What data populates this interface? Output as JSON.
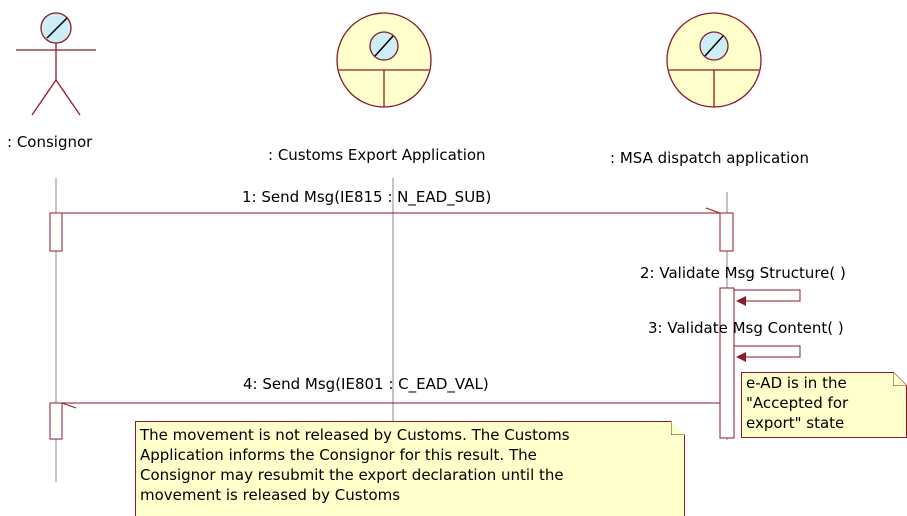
{
  "participants": [
    {
      "id": "consignor",
      "label": ": Consignor",
      "kind": "actor"
    },
    {
      "id": "customs",
      "label": ": Customs Export Application",
      "kind": "boundary-control"
    },
    {
      "id": "msa",
      "label": ": MSA dispatch application",
      "kind": "boundary-control"
    }
  ],
  "messages": [
    {
      "label": "1: Send Msg(IE815 : N_EAD_SUB)",
      "from": "consignor",
      "to": "msa"
    },
    {
      "label": "2: Validate Msg Structure( )",
      "from": "msa",
      "to": "msa"
    },
    {
      "label": "3: Validate Msg Content( )",
      "from": "msa",
      "to": "msa"
    },
    {
      "label": "4: Send Msg(IE801 : C_EAD_VAL)",
      "from": "msa",
      "to": "consignor"
    }
  ],
  "notes": {
    "ead_state": [
      "e-AD is in the",
      "\"Accepted for",
      "export\" state"
    ],
    "customs_result": [
      "The movement is not released by Customs. The Customs",
      "Application informs the Consignor for this result. The",
      "Consignor may resubmit the export declaration until the",
      "movement is released by Customs"
    ]
  },
  "colors": {
    "line": "#8b1a2b",
    "lifeline": "#808080",
    "participant_fill": "#ffffcc",
    "inner_circle_fill": "#cdeef5",
    "note_fill": "#ffffcc"
  }
}
